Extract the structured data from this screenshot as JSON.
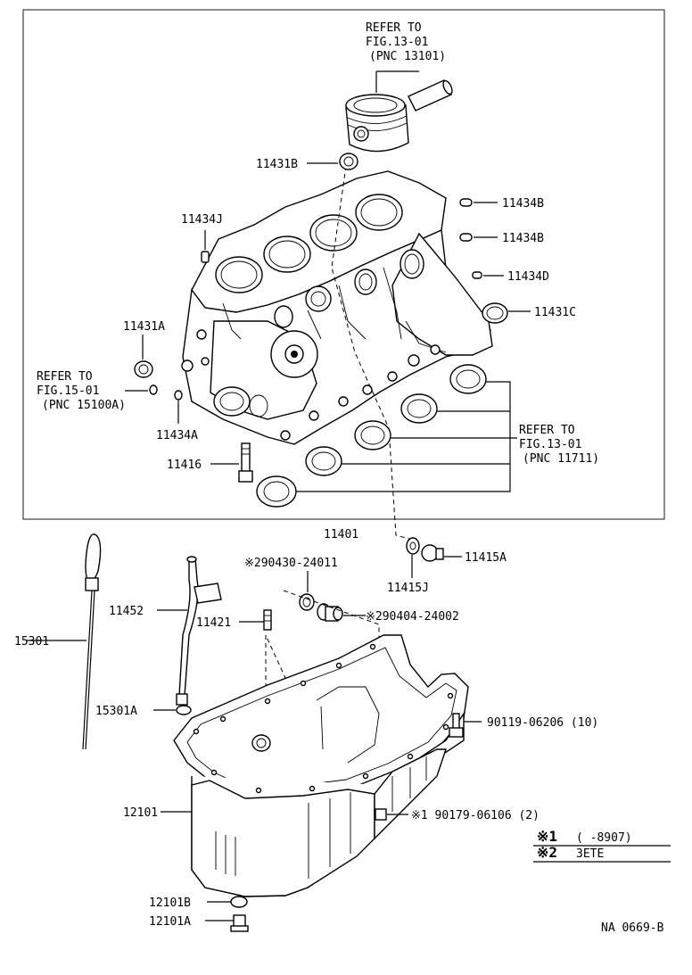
{
  "figure_code": "NA 0669-B",
  "refer_blocks": {
    "piston": [
      "REFER TO",
      "FIG.13-01",
      "(PNC 13101)"
    ],
    "pump": [
      "REFER TO",
      "FIG.15-01",
      "(PNC 15100A)"
    ],
    "bearing": [
      "REFER TO",
      "FIG.13-01",
      "(PNC 11711)"
    ]
  },
  "part_labels": {
    "p11431B": "11431B",
    "p11434J": "11434J",
    "p11434B_1": "11434B",
    "p11434B_2": "11434B",
    "p11434D": "11434D",
    "p11431C": "11431C",
    "p11431A": "11431A",
    "p11434A": "11434A",
    "p11416": "11416",
    "p11401": "11401",
    "p11415A": "11415A",
    "p11415J": "11415J",
    "p290430": "※290430-24011",
    "p290404": "※290404-24002",
    "p11452": "11452",
    "p11421": "11421",
    "p15301": "15301",
    "p15301A": "15301A",
    "p90119": "90119-06206 (10)",
    "p12101": "12101",
    "p90179": "※1  90179-06106 (2)",
    "p12101B": "12101B",
    "p12101A": "12101A"
  },
  "legend": {
    "row1_mark": "※1",
    "row1_text": "(      -8907)",
    "row2_mark": "※2",
    "row2_text": "3ETE"
  }
}
